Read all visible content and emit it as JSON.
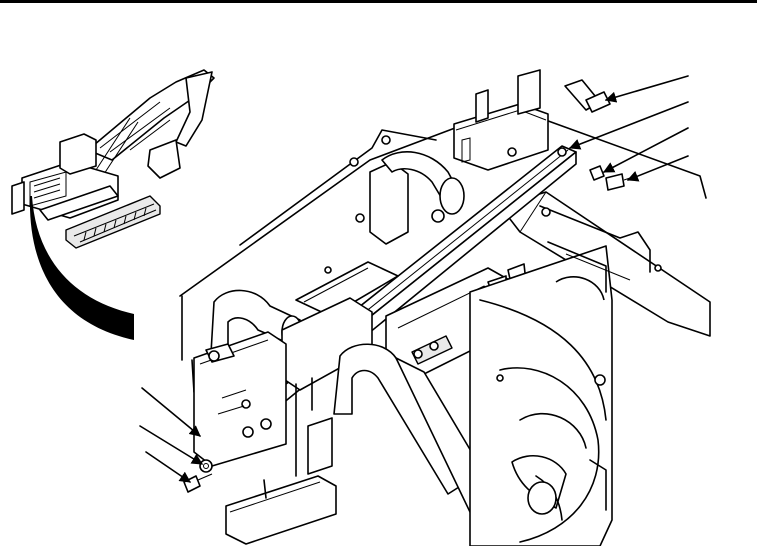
{
  "figure": {
    "type": "exploded-technical-illustration",
    "icons": {
      "locator": "excavator-locator-icon",
      "callout_arrows": "callout-arrow-icon",
      "fasteners": "bolt-icon"
    },
    "callouts": {
      "right_count": 4,
      "left_count": 3
    },
    "colors": {
      "ink": "#000000",
      "paper": "#ffffff",
      "shade": "#e9e9e9"
    }
  }
}
